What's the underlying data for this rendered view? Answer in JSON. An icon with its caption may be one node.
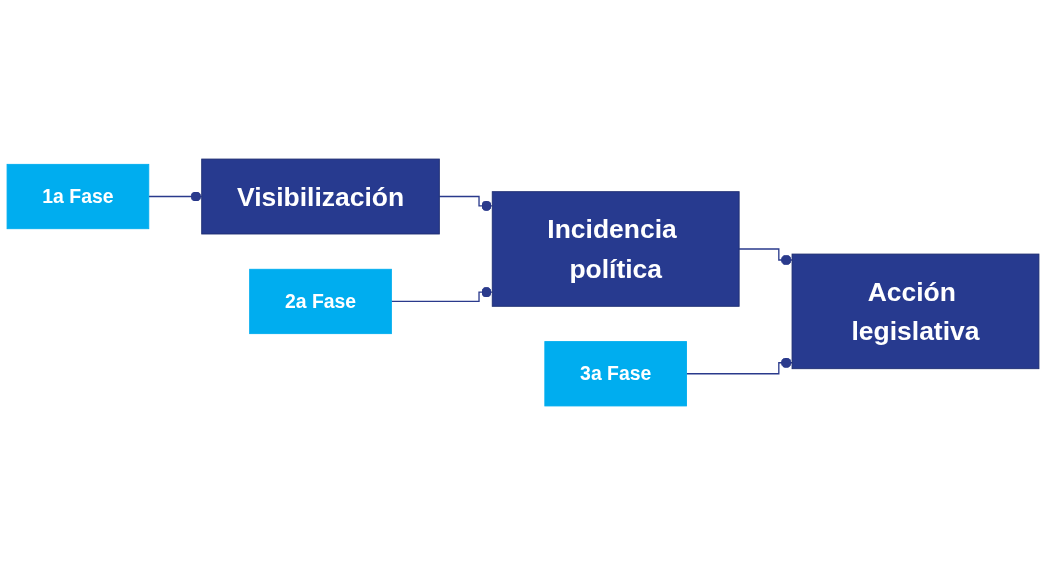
{
  "diagram": {
    "nodes": [
      {
        "text": [
          "1a Fase"
        ]
      },
      {
        "text": [
          "Visibilización"
        ]
      },
      {
        "text": [
          "2a Fase"
        ]
      },
      {
        "text": [
          "Incidencia política"
        ]
      },
      {
        "text": [
          "3a Fase"
        ]
      },
      {
        "text": [
          "Acción legislativa"
        ]
      }
    ],
    "edges": [
      {
        "from": 0,
        "to": 1,
        "arrow": "other"
      },
      {
        "from": 1,
        "to": 3,
        "arrow": "other"
      },
      {
        "from": 2,
        "to": 3,
        "arrow": "other"
      },
      {
        "from": 3,
        "to": 5,
        "arrow": "other"
      },
      {
        "from": 4,
        "to": 5,
        "arrow": "other"
      }
    ]
  }
}
